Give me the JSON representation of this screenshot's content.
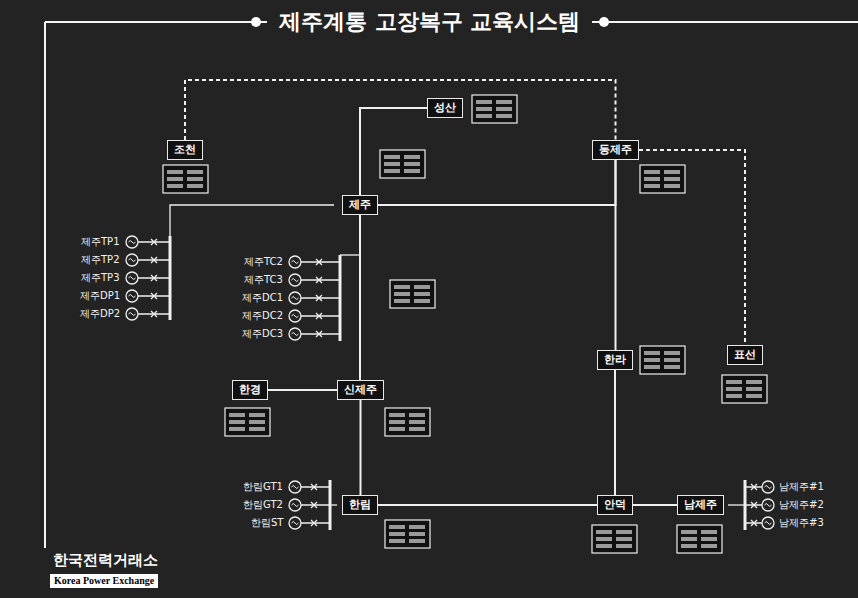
{
  "diagram": {
    "title": "제주계통 고장복구 교육시스템",
    "nodes": [
      {
        "text": [
          "조천"
        ]
      },
      {
        "text": [
          "제주"
        ]
      },
      {
        "text": [
          "성산"
        ]
      },
      {
        "text": [
          "동제주"
        ]
      },
      {
        "text": [
          "한라"
        ]
      },
      {
        "text": [
          "표선"
        ]
      },
      {
        "text": [
          "신제주"
        ]
      },
      {
        "text": [
          "한경"
        ]
      },
      {
        "text": [
          "한림"
        ]
      },
      {
        "text": [
          "안덕"
        ]
      },
      {
        "text": [
          "남제주"
        ]
      }
    ],
    "edges": [
      {
        "from": 0,
        "to": 3,
        "arrow": "none"
      },
      {
        "from": 2,
        "to": 1,
        "arrow": "none"
      },
      {
        "from": 1,
        "to": 3,
        "arrow": "none"
      },
      {
        "from": 1,
        "to": 6,
        "arrow": "none"
      },
      {
        "from": 7,
        "to": 6,
        "arrow": "none"
      },
      {
        "from": 6,
        "to": 8,
        "arrow": "none"
      },
      {
        "from": 8,
        "to": 9,
        "arrow": "none"
      },
      {
        "from": 3,
        "to": 4,
        "arrow": "none"
      },
      {
        "from": 4,
        "to": 9,
        "arrow": "none"
      },
      {
        "from": 9,
        "to": 10,
        "arrow": "none"
      },
      {
        "from": 3,
        "to": 5,
        "arrow": "none"
      }
    ],
    "labels": [
      "제주TP1",
      "제주TP2",
      "제주TP3",
      "제주DP1",
      "제주DP2",
      "제주TC2",
      "제주TC3",
      "제주DC1",
      "제주DC2",
      "제주DC3",
      "한림GT1",
      "한림GT2",
      "한림ST",
      "남제주#1",
      "남제주#2",
      "남제주#3",
      "한국전력거래소",
      "Korea Power Exchange"
    ]
  }
}
